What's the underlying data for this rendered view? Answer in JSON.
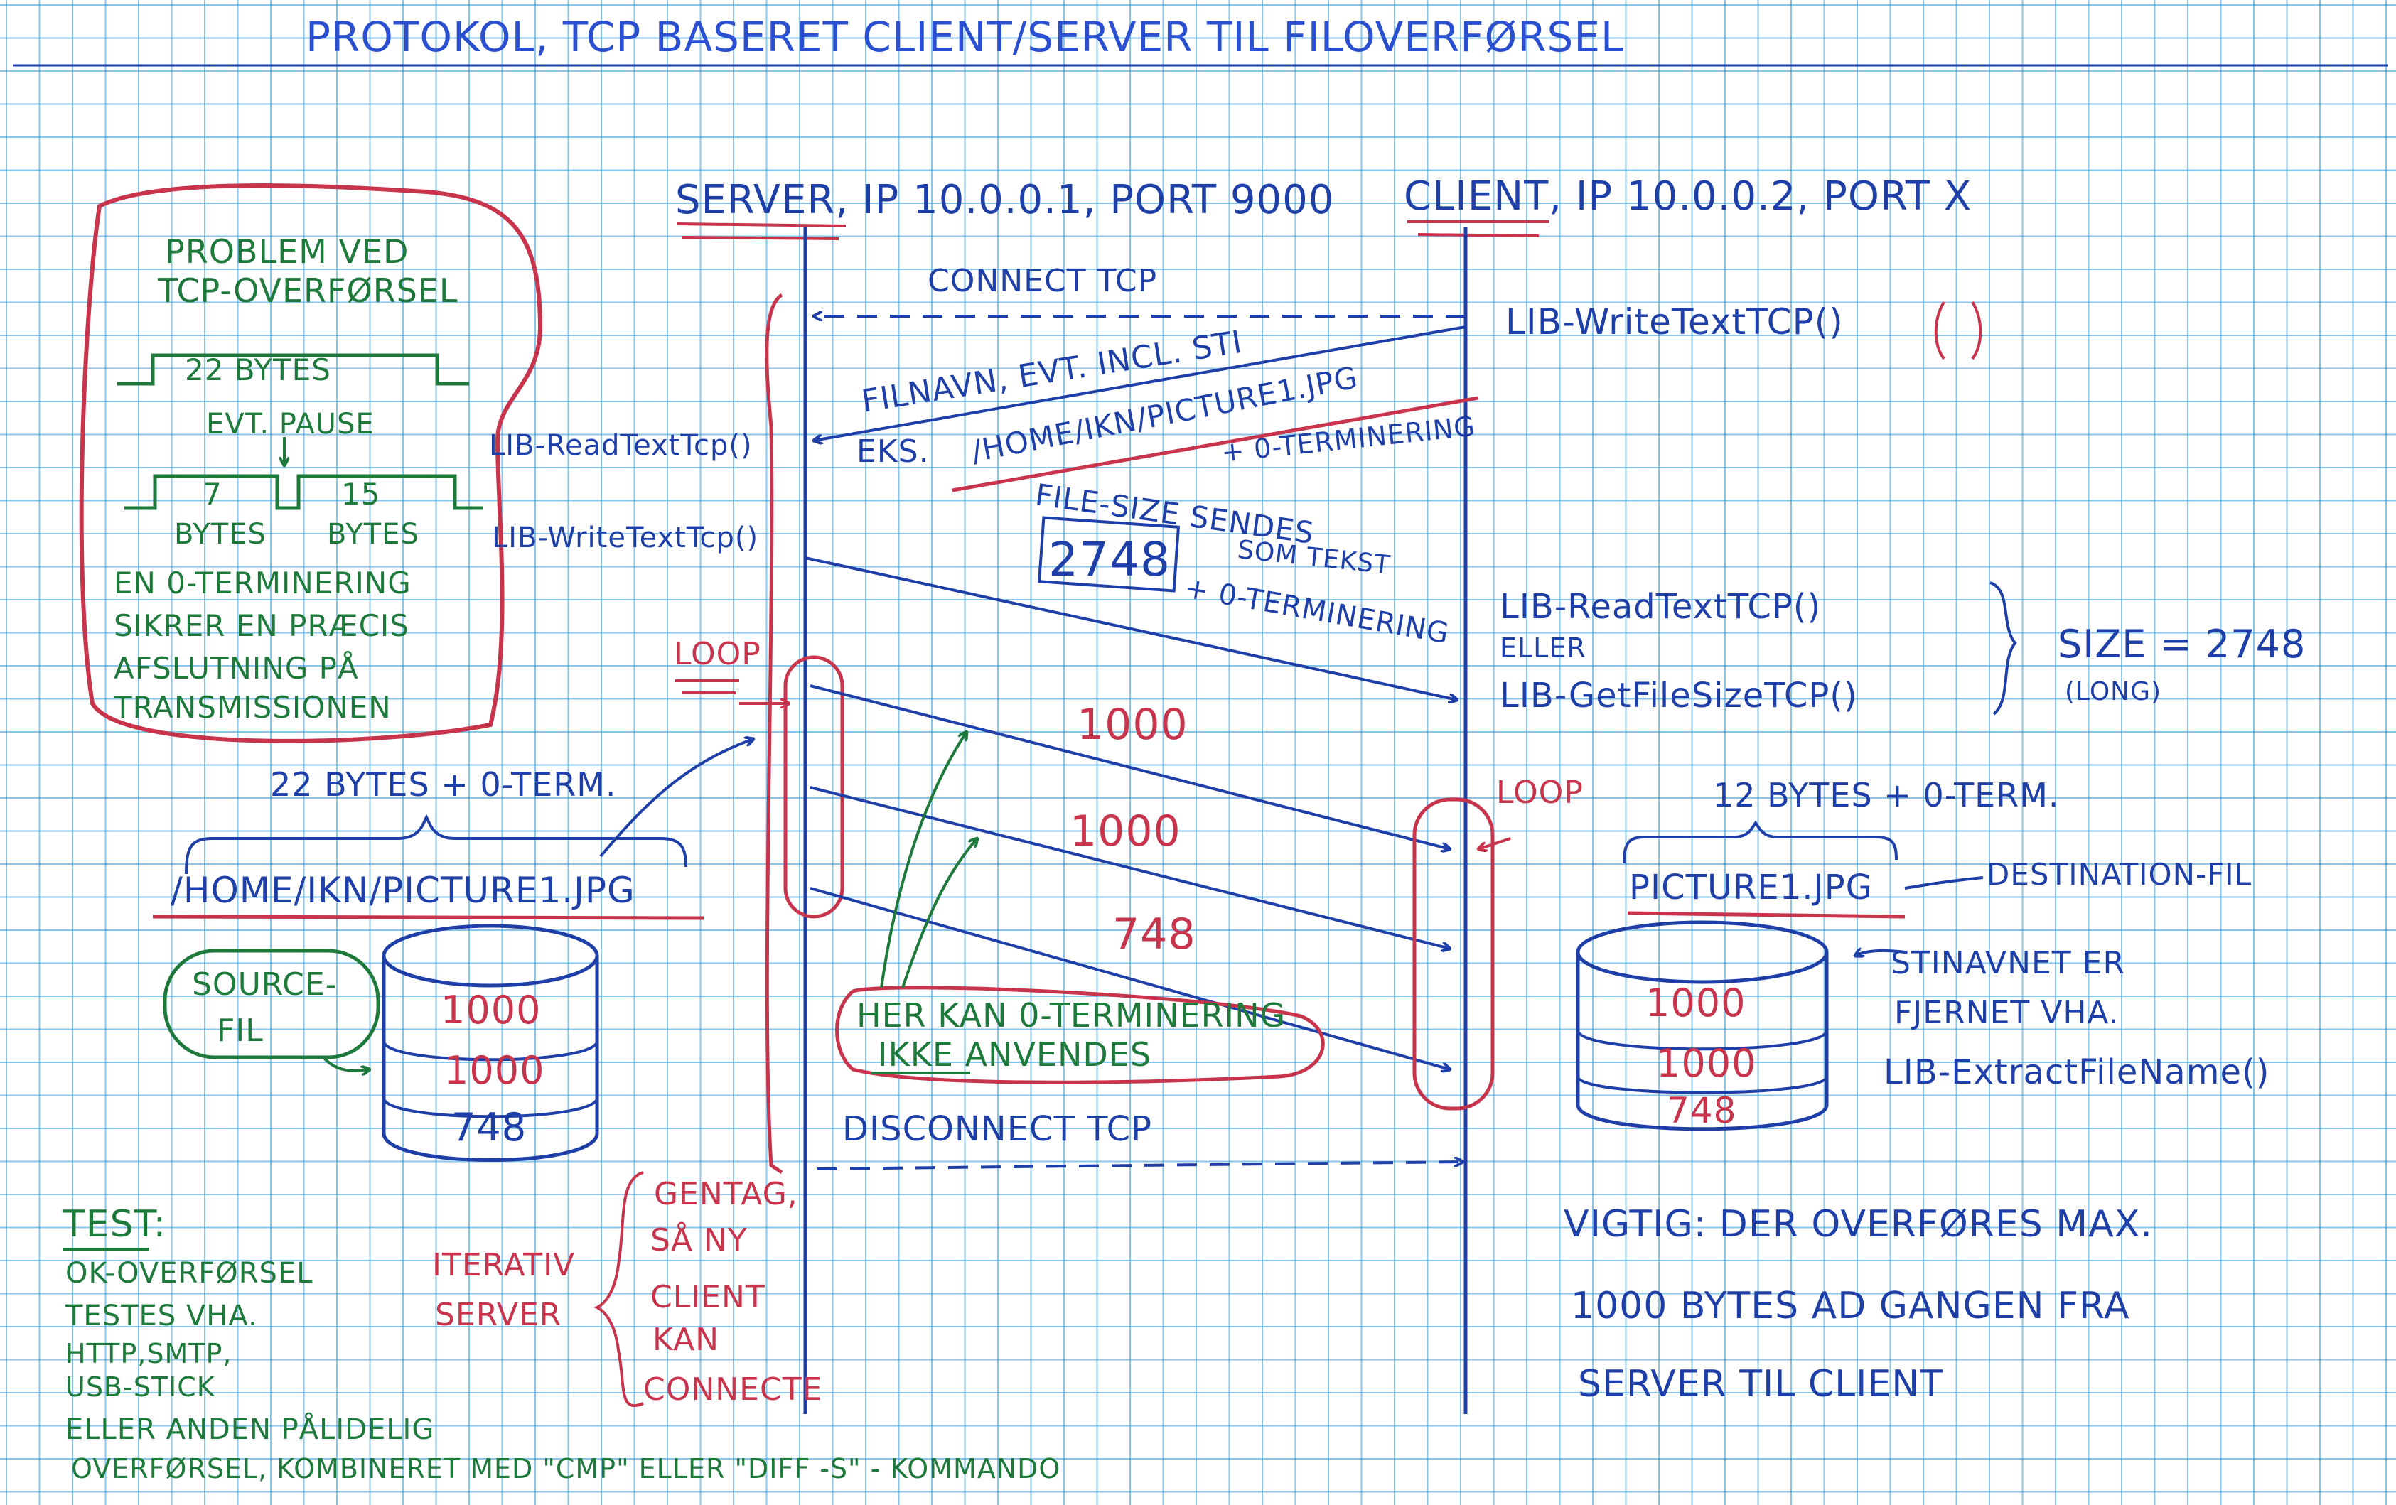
{
  "title": "PROTOKOL, TCP BASERET CLIENT/SERVER TIL FILOVERFØRSEL",
  "server_header": "SERVER, IP 10.0.0.1, PORT 9000",
  "client_header": "CLIENT, IP 10.0.0.2, PORT X",
  "problem_box": {
    "line1": "PROBLEM VED",
    "line2": "TCP-OVERFØRSEL",
    "bytes_22": "22 BYTES",
    "pause": "EVT. PAUSE",
    "bytes_7": "7",
    "bytes_15": "15",
    "bytes_7_label": "BYTES",
    "bytes_15_label": "BYTES",
    "text1": "EN 0-TERMINERING",
    "text2": "SIKRER EN PRÆCIS",
    "text3": "AFSLUTNING PÅ",
    "text4": "TRANSMISSIONEN"
  },
  "messages": {
    "connect": "CONNECT TCP",
    "filename1": "FILNAVN, EVT. INCL. STI",
    "filename_ex_prefix": "EKS.",
    "filename_ex_path": "/HOME/IKN/PICTURE1.JPG",
    "zero_term": "+ 0-TERMINERING",
    "filesize1": "FILE-SIZE SENDES",
    "filesize2": "SOM TEKST",
    "filesize_digits": "2748",
    "filesize_zero": "+ 0-TERMINERING",
    "chunk1": "1000",
    "chunk2": "1000",
    "chunk3": "748",
    "disconnect": "DISCONNECT TCP"
  },
  "server_side": {
    "read_text": "LIB-ReadTextTcp()",
    "write_text": "LIB-WriteTextTcp()",
    "loop": "LOOP",
    "bytes_note": "22 BYTES + 0-TERM.",
    "source_path": "/HOME/IKN/PICTURE1.JPG",
    "source_label1": "SOURCE-",
    "source_label2": "FIL",
    "db_values": [
      "1000",
      "1000",
      "748"
    ]
  },
  "client_side": {
    "write_text": "LIB-WriteTextTCP()",
    "read_text": "LIB-ReadTextTCP()",
    "or": "ELLER",
    "get_size": "LIB-GetFileSizeTCP()",
    "size_value": "SIZE = 2748",
    "size_type": "(LONG)",
    "loop": "LOOP",
    "bytes_note": "12 BYTES + 0-TERM.",
    "dest_file": "PICTURE1.JPG",
    "dest_label": "DESTINATION-FIL",
    "strip1": "STINAVNET ER",
    "strip2": "FJERNET VHA.",
    "strip3": "LIB-ExtractFileName()",
    "db_values": [
      "1000",
      "1000",
      "748"
    ]
  },
  "note_no_zero1": "HER KAN 0-TERMINERING",
  "note_no_zero2": "IKKE ANVENDES",
  "iterative": {
    "label1": "ITERATIV",
    "label2": "SERVER",
    "repeat1": "GENTAG,",
    "repeat2": "SÅ NY",
    "repeat3": "CLIENT",
    "repeat4": "KAN",
    "repeat5": "CONNECTE"
  },
  "test": {
    "heading": "TEST:",
    "line1": "OK-OVERFØRSEL",
    "line2": "TESTES VHA.",
    "line3": "HTTP,SMTP,",
    "line4": "USB-STICK",
    "line5": "ELLER ANDEN PÅLIDELIG",
    "line6": "OVERFØRSEL, KOMBINERET MED \"CMP\" ELLER \"DIFF -S\" - KOMMANDO"
  },
  "important": {
    "line1": "VIGTIG: DER OVERFØRES MAX.",
    "line2": "1000 BYTES AD GANGEN FRA",
    "line3": "SERVER TIL CLIENT"
  },
  "colors": {
    "blue_ink": "#1f3fa8",
    "red_ink": "#c8344b",
    "green_ink": "#1e7a3a",
    "grid": "#2896d7"
  }
}
